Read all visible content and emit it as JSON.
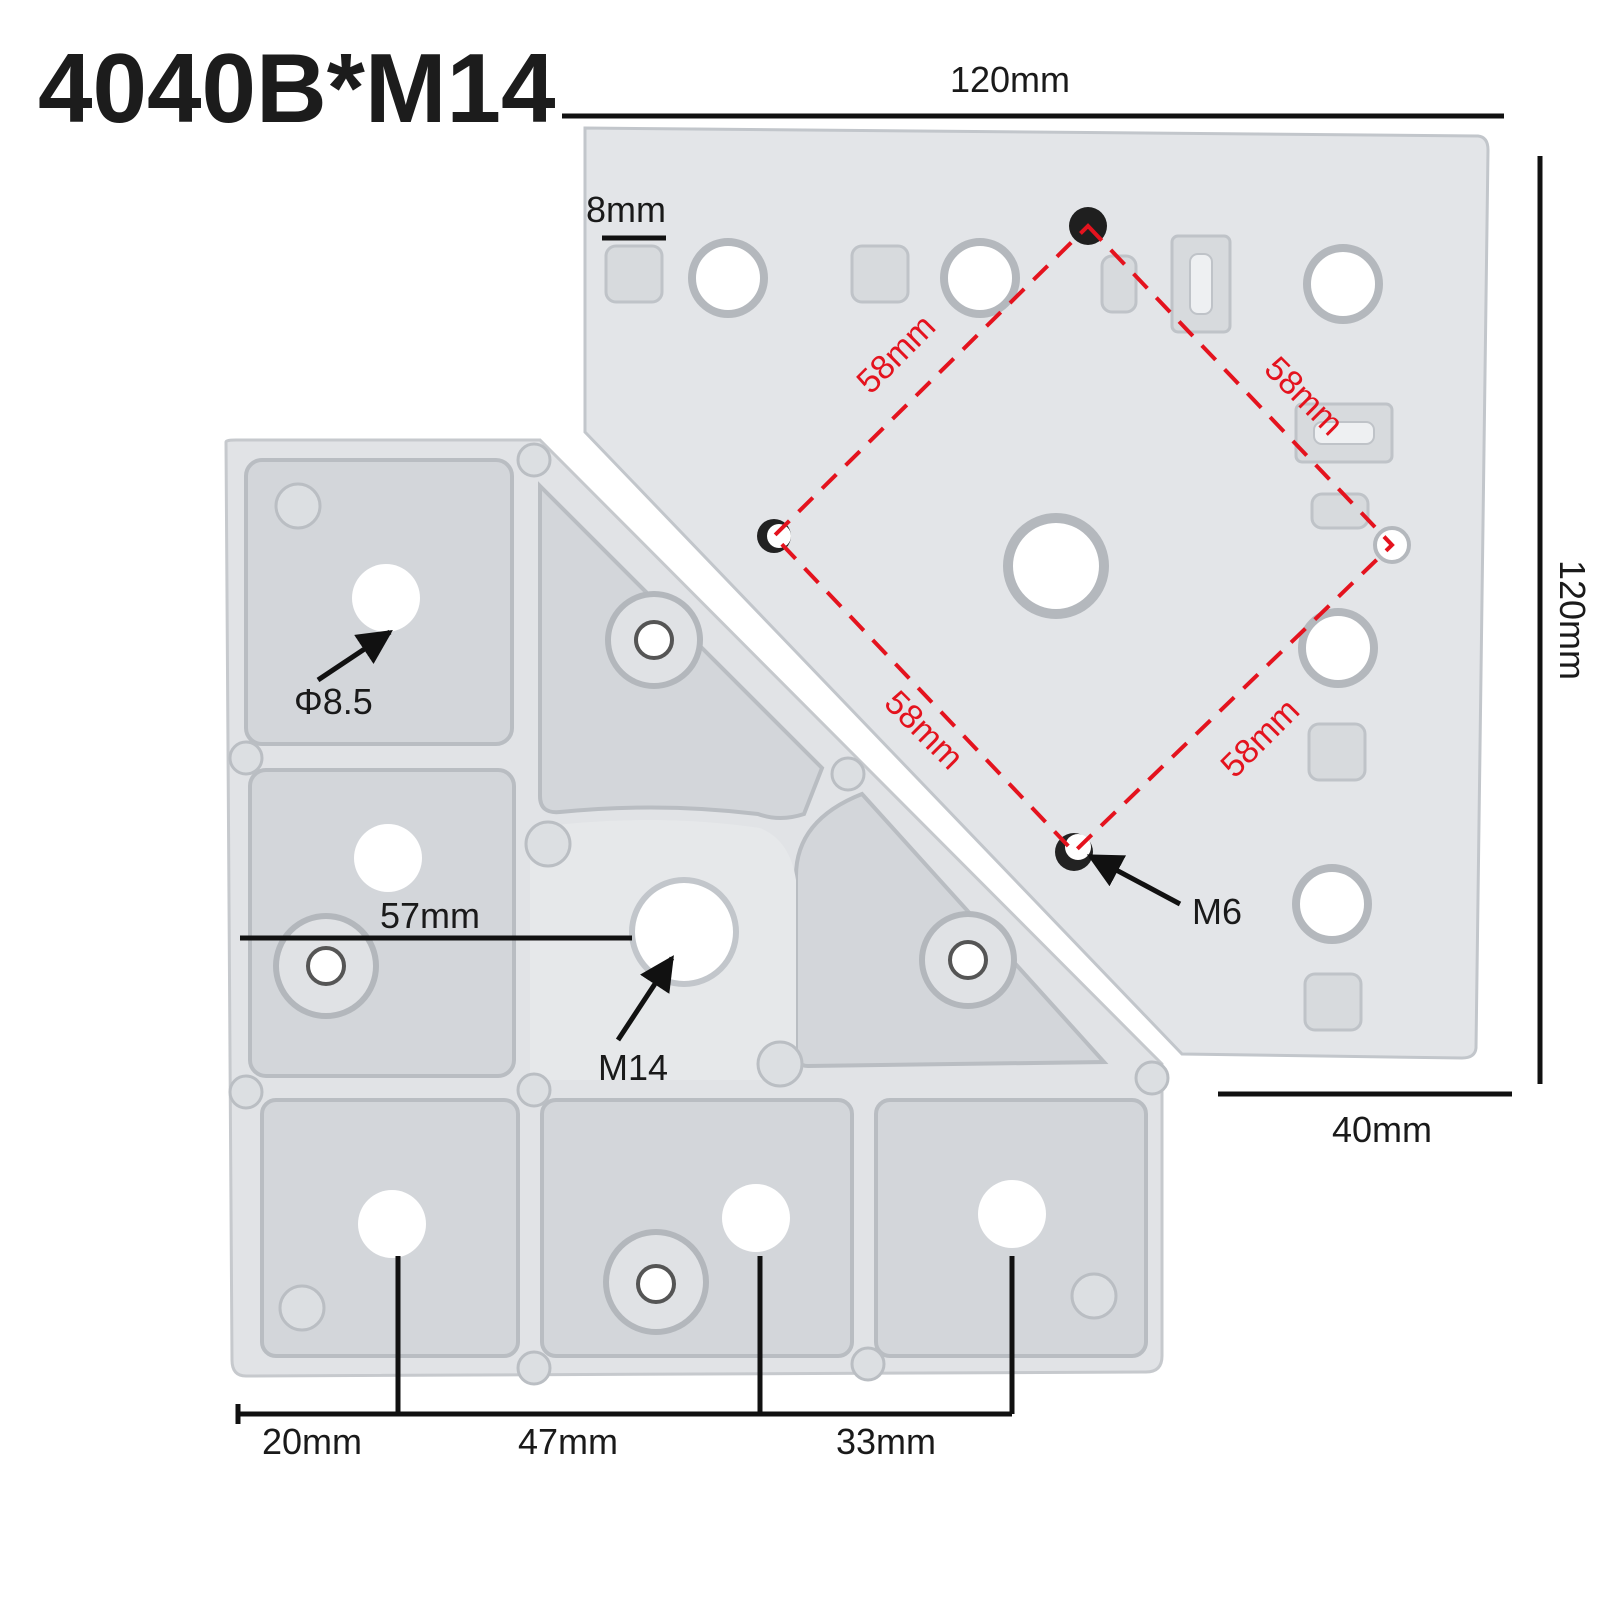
{
  "title": "4040B*M14",
  "dimensions": {
    "top_width": "120mm",
    "right_height": "120mm",
    "bottom_right_width": "40mm",
    "thickness": "8mm",
    "left_offset": "57mm",
    "bottom_1": "20mm",
    "bottom_2": "47mm",
    "bottom_3": "33mm"
  },
  "diagonal_spacing": {
    "upper_left": "58mm",
    "upper_right": "58mm",
    "lower_left": "58mm",
    "lower_right": "58mm"
  },
  "callouts": {
    "small_hole": "Φ8.5",
    "center_thread": "M14",
    "mount_thread": "M6"
  },
  "colors": {
    "plate": "#e3e5e8",
    "pocket": "#d3d6da",
    "edge": "#b9bdc2",
    "line": "#111111",
    "accent": "#e4131e"
  }
}
